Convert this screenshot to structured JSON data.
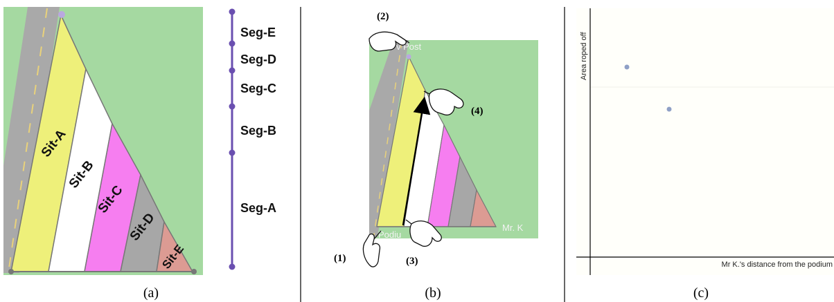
{
  "panel_a": {
    "caption": "(a)",
    "sit_labels": [
      "Sit-A",
      "Sit-B",
      "Sit-C",
      "Sit-D",
      "Sit-E"
    ],
    "segment_labels": [
      "Seg-E",
      "Seg-D",
      "Seg-C",
      "Seg-B",
      "Seg-A"
    ]
  },
  "panel_b": {
    "caption": "(b)",
    "steps": [
      "(1)",
      "(2)",
      "(3)",
      "(4)"
    ],
    "top_label": "v Post",
    "left_label": "Podiu",
    "right_label": "Mr. K"
  },
  "panel_c": {
    "caption": "(c)",
    "ylabel": "Area roped off",
    "xlabel": "Mr K.'s distance from the podium"
  },
  "colors": {
    "grass": "#a5d9a1",
    "road": "#a9a9a9",
    "yellow": "#eef07a",
    "white": "#ffffff",
    "magenta": "#f67ef0",
    "gray": "#a7a7a7",
    "salmon": "#dc9b93",
    "purple": "#6a4fb0"
  }
}
